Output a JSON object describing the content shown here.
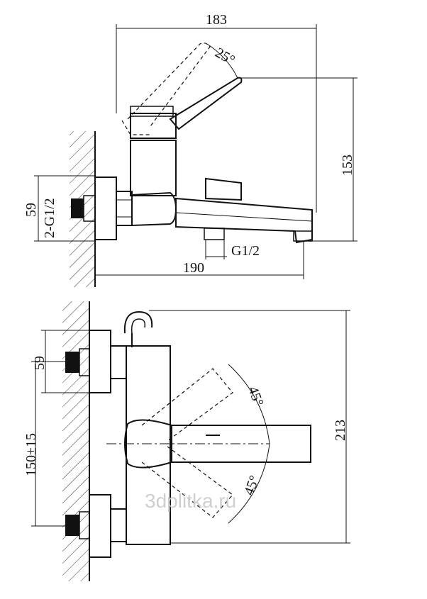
{
  "top_view": {
    "dim_width_top": "183",
    "dim_angle_top": "25°",
    "dim_height_right": "153",
    "dim_center_left": "59",
    "dim_thread_left": "2-G1/2",
    "dim_thread_bottom": "G1/2",
    "dim_depth_bottom": "190"
  },
  "front_view": {
    "dim_center_left": "59",
    "dim_spacing_left": "150±15",
    "dim_height_right": "213",
    "dim_angle_upper": "45°",
    "dim_angle_lower": "45°"
  },
  "watermark": "3dplitka.ru"
}
